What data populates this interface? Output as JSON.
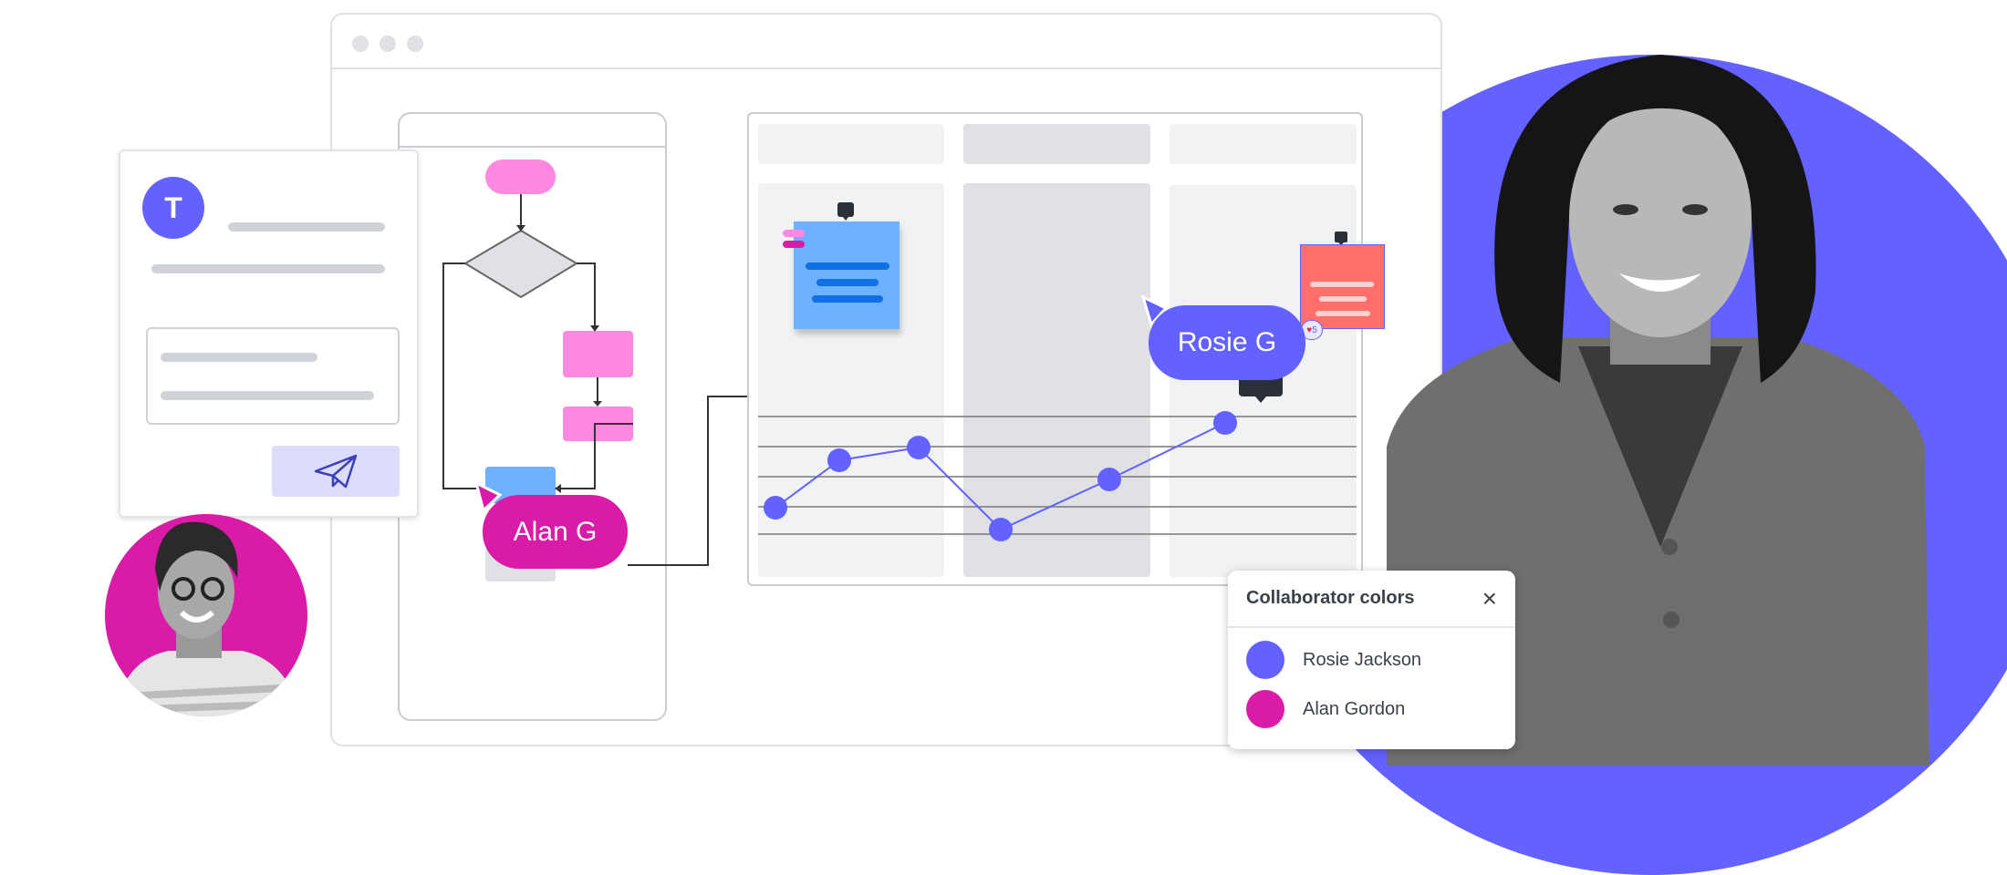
{
  "avatar_initial": "T",
  "collaborators": {
    "title": "Collaborator colors",
    "close_icon": "×",
    "people": [
      {
        "name": "Rosie Jackson",
        "color": "#6361ff"
      },
      {
        "name": "Alan Gordon",
        "color": "#d91ba8"
      }
    ]
  },
  "cursors": {
    "rosie": {
      "label": "Rosie G",
      "color": "#6361ff"
    },
    "alan": {
      "label": "Alan G",
      "color": "#d91ba8"
    }
  },
  "sticky": {
    "likes": "5"
  }
}
